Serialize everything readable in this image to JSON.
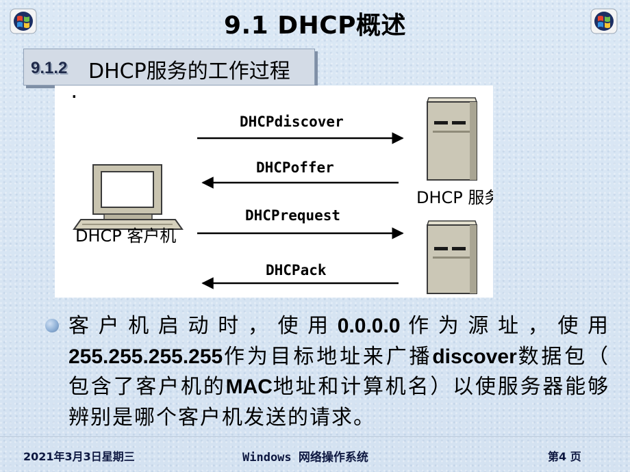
{
  "header": {
    "title": "9.1 DHCP概述"
  },
  "section": {
    "number": "9.1.2",
    "title": "DHCP服务的工作过程"
  },
  "diagram": {
    "dot": ".",
    "client_label": "DHCP 客户机",
    "server_label": "DHCP 服务器",
    "messages": [
      {
        "label": "DHCPdiscover",
        "direction": "client-to-server"
      },
      {
        "label": "DHCPoffer",
        "direction": "server-to-client"
      },
      {
        "label": "DHCPrequest",
        "direction": "client-to-server"
      },
      {
        "label": "DHCPack",
        "direction": "server-to-client"
      }
    ]
  },
  "bullet": {
    "t1": "客户机启动时，使用",
    "b1": "0.0.0.0",
    "t2": "作为源址，使用",
    "b2": "255.255.255.255",
    "t3": "作为目标地址来广播",
    "b3": "discover",
    "t4": "数据包（ 包含了客户机的",
    "b4": "MAC",
    "t5": "地址和计算机名）以使服务器能够辨别是哪个客户机发送的请求。"
  },
  "footer": {
    "date": "2021年3月3日星期三",
    "course": "Windows 网络操作系统",
    "page": "第4 页"
  },
  "colors": {
    "background": "#d8e6f3",
    "section_box": "#d3dbe6",
    "footer_text": "#0d1740"
  }
}
